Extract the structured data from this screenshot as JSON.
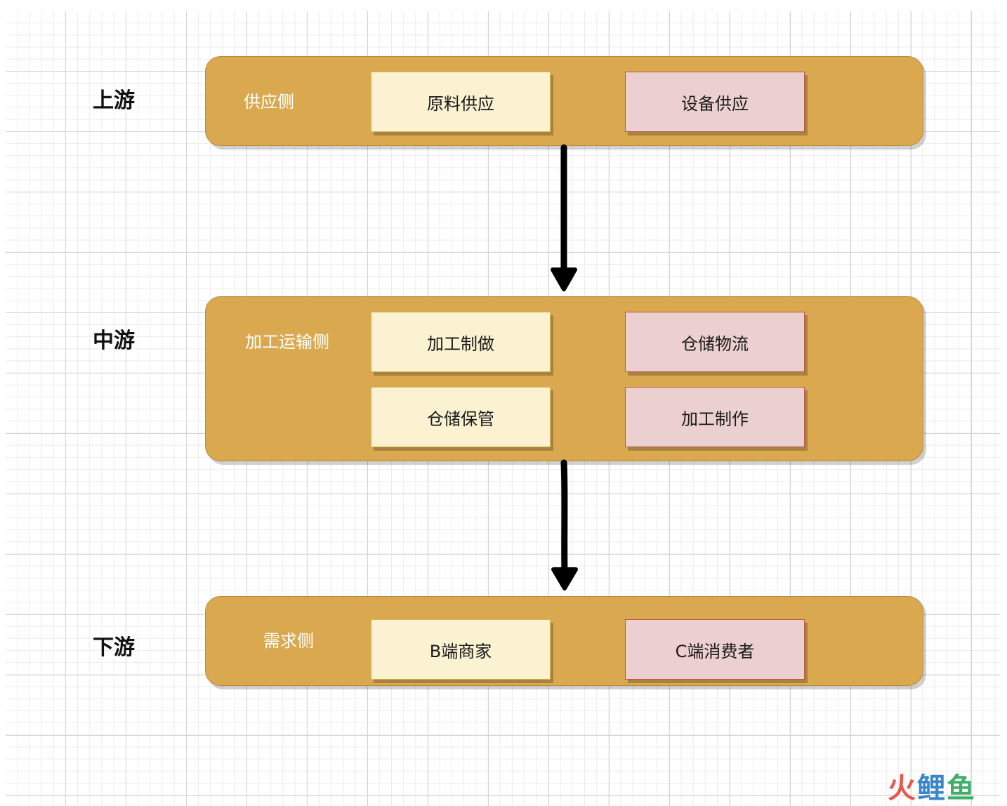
{
  "tiers": [
    {
      "label": "上游",
      "band_title": "供应侧",
      "boxes": [
        "原料供应",
        "设备供应"
      ]
    },
    {
      "label": "中游",
      "band_title": "加工运输侧",
      "boxes": [
        "加工制做",
        "仓储物流",
        "仓储保管",
        "加工制作"
      ]
    },
    {
      "label": "下游",
      "band_title": "需求侧",
      "boxes": [
        "B端商家",
        "C端消费者"
      ]
    }
  ],
  "watermark": {
    "part1": "火",
    "part2": "鲤",
    "part3": "鱼"
  },
  "colors": {
    "band_fill": "#d9a84f",
    "box_cream": "#fbf2d1",
    "box_pink": "#ecd0cf",
    "arrow": "#000000"
  }
}
